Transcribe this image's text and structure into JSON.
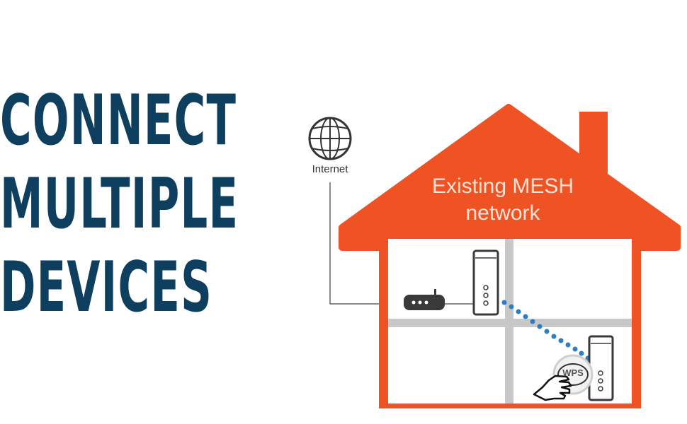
{
  "headline": {
    "lines": [
      "CONNECT",
      "MULTIPLE",
      "DEVICES"
    ]
  },
  "diagram": {
    "roof_label_line1": "Existing MESH",
    "roof_label_line2": "network",
    "internet_label": "Internet",
    "wps_label": "WPS",
    "colors": {
      "headline": "#0f3f5e",
      "house": "#ef5223",
      "walls": "#c8c8c8",
      "signal_dots": "#2d7fc5",
      "device": "#3a3a3a"
    }
  }
}
